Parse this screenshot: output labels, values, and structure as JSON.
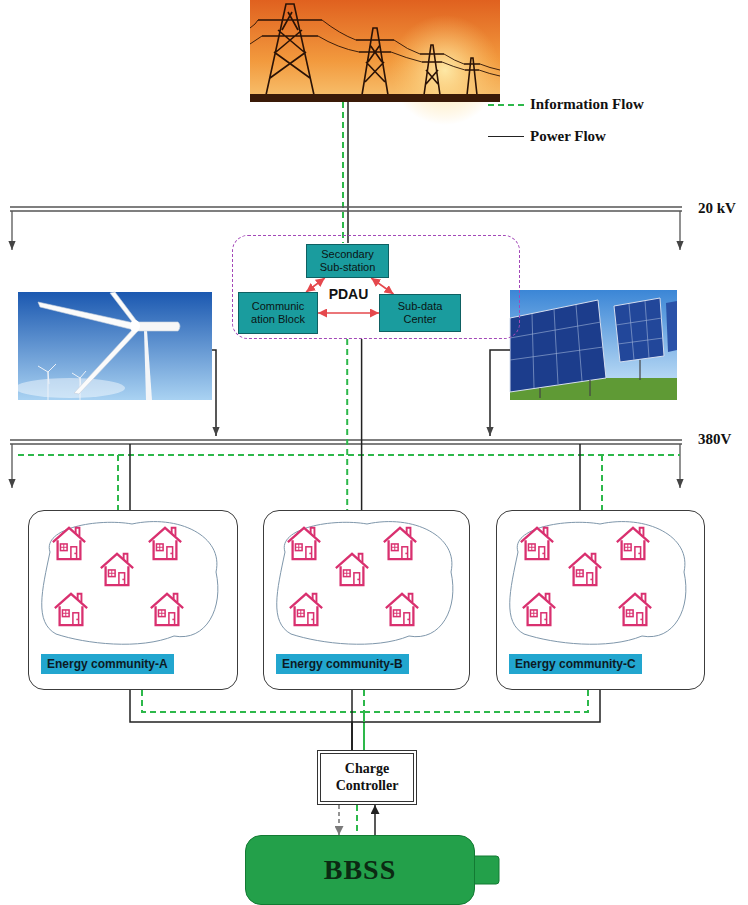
{
  "diagram": {
    "nodes": [
      {
        "text": [
          "PDAU"
        ]
      },
      {
        "text": [
          "Secondary Sub-station"
        ],
        "in": 0
      },
      {
        "text": [
          "Communic ation Block"
        ],
        "in": 0
      },
      {
        "text": [
          "Sub-data Center"
        ],
        "in": 0
      },
      {
        "text": [
          "Energy community-A"
        ]
      },
      {
        "text": [
          "Energy community-B"
        ]
      },
      {
        "text": [
          "Energy community-C"
        ]
      },
      {
        "text": [
          "Charge Controller"
        ]
      },
      {
        "text": [
          "BBSS"
        ]
      }
    ],
    "edges": [
      {
        "from": 1,
        "to": 2,
        "arrow": "both"
      },
      {
        "from": 1,
        "to": 3,
        "arrow": "both"
      },
      {
        "from": 2,
        "to": 3,
        "arrow": "both"
      },
      {
        "from": 0,
        "to": 5,
        "arrow": "none"
      },
      {
        "from": 4,
        "to": 7,
        "arrow": "none"
      },
      {
        "from": 5,
        "to": 7,
        "arrow": "none"
      },
      {
        "from": 6,
        "to": 7,
        "arrow": "none"
      },
      {
        "from": 7,
        "to": 8,
        "arrow": "to"
      },
      {
        "from": 8,
        "to": 7,
        "arrow": "to"
      }
    ],
    "labels": [
      "20 kV",
      "380V"
    ],
    "legend": [
      {
        "text": "Information Flow"
      },
      {
        "text": "Power Flow"
      }
    ]
  }
}
